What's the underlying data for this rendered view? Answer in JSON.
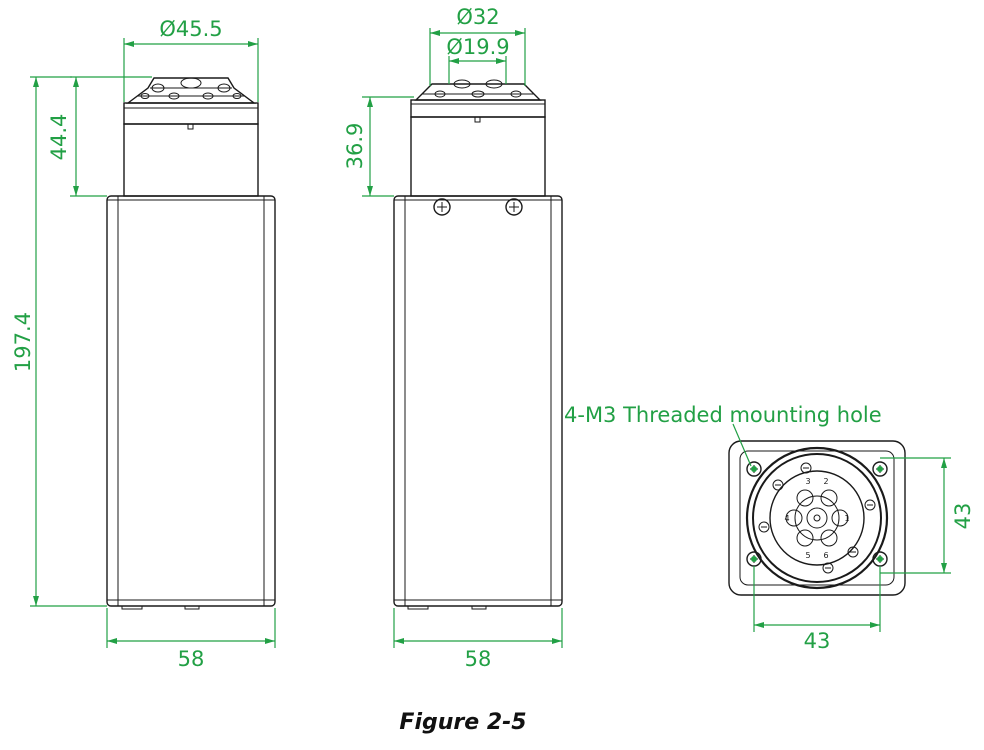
{
  "colors": {
    "dimension": "#22a045",
    "outline": "#1a1a1a",
    "background": "#ffffff"
  },
  "views": {
    "front": {
      "top_diameter": "Ø45.5",
      "flange_height": "44.4",
      "total_height": "197.4",
      "width": "58"
    },
    "side": {
      "top_diameter": "Ø32",
      "inner_diameter": "Ø19.9",
      "flange_height": "36.9",
      "width": "58"
    },
    "bottom": {
      "note": "4-M3 Threaded mounting hole",
      "hole_spacing_x": "43",
      "hole_spacing_y": "43",
      "port_numbers": [
        "1",
        "2",
        "3",
        "4",
        "5",
        "6"
      ]
    }
  },
  "caption": "Figure 2-5"
}
